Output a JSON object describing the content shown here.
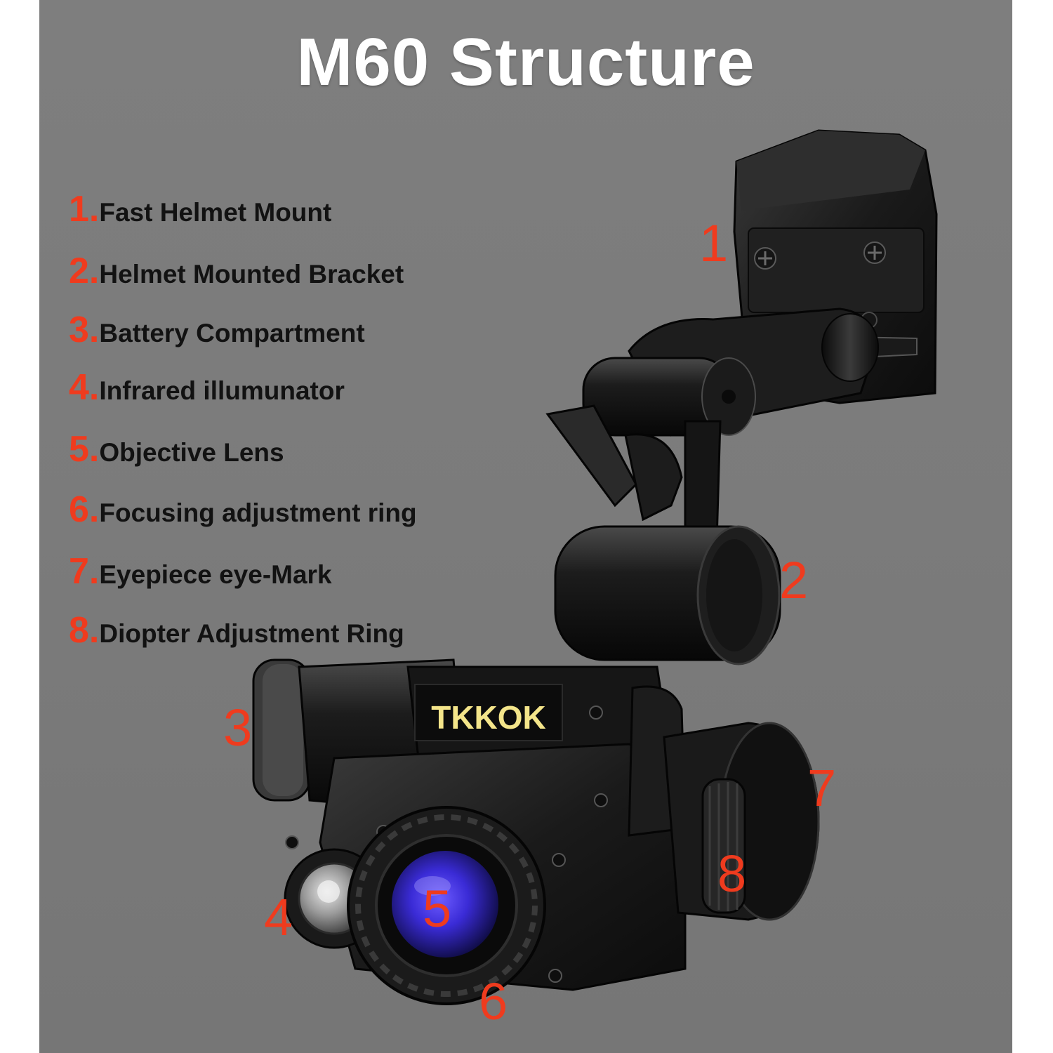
{
  "title": "M60 Structure",
  "brand_logo_text": "TKKOK",
  "colors": {
    "accent": "#ef3b1e",
    "background": "#7b7b7b",
    "label": "#121212",
    "brand": "#f4e58a"
  },
  "legend": [
    {
      "num": "1.",
      "label": "Fast Helmet Mount"
    },
    {
      "num": "2.",
      "label": "Helmet Mounted Bracket"
    },
    {
      "num": "3.",
      "label": "Battery Compartment"
    },
    {
      "num": "4.",
      "label": "Infrared illumunator"
    },
    {
      "num": "5.",
      "label": "Objective Lens"
    },
    {
      "num": "6.",
      "label": "Focusing adjustment ring"
    },
    {
      "num": "7.",
      "label": "Eyepiece eye-Mark"
    },
    {
      "num": "8.",
      "label": "Diopter Adjustment Ring"
    }
  ],
  "callouts": [
    "1",
    "2",
    "3",
    "4",
    "5",
    "6",
    "7",
    "8"
  ]
}
